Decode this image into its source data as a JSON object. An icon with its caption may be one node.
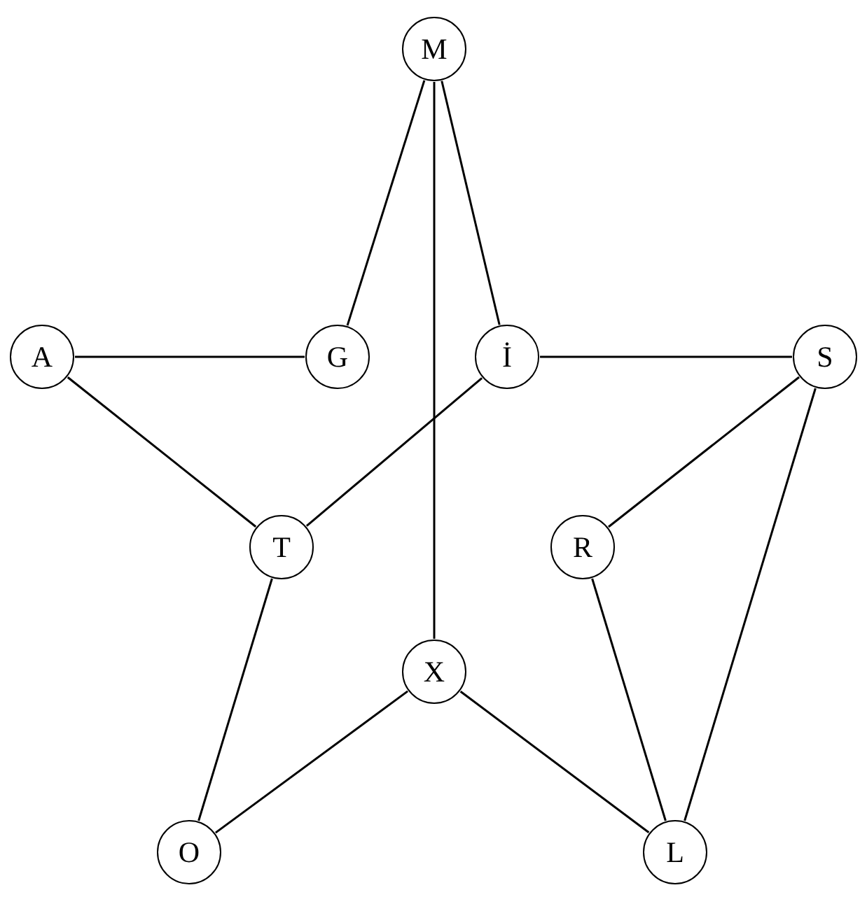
{
  "diagram": {
    "nodes": [
      {
        "text": [
          "M"
        ]
      },
      {
        "text": [
          "A"
        ]
      },
      {
        "text": [
          "G"
        ]
      },
      {
        "text": [
          "İ"
        ]
      },
      {
        "text": [
          "S"
        ]
      },
      {
        "text": [
          "T"
        ]
      },
      {
        "text": [
          "R"
        ]
      },
      {
        "text": [
          "X"
        ]
      },
      {
        "text": [
          "O"
        ]
      },
      {
        "text": [
          "L"
        ]
      }
    ],
    "edges": [
      {
        "from": 0,
        "to": 2,
        "arrow": "none"
      },
      {
        "from": 0,
        "to": 3,
        "arrow": "none"
      },
      {
        "from": 0,
        "to": 7,
        "arrow": "none"
      },
      {
        "from": 1,
        "to": 2,
        "arrow": "none"
      },
      {
        "from": 1,
        "to": 5,
        "arrow": "none"
      },
      {
        "from": 3,
        "to": 4,
        "arrow": "none"
      },
      {
        "from": 3,
        "to": 5,
        "arrow": "none"
      },
      {
        "from": 4,
        "to": 6,
        "arrow": "none"
      },
      {
        "from": 4,
        "to": 9,
        "arrow": "none"
      },
      {
        "from": 5,
        "to": 8,
        "arrow": "none"
      },
      {
        "from": 6,
        "to": 9,
        "arrow": "none"
      },
      {
        "from": 7,
        "to": 8,
        "arrow": "none"
      },
      {
        "from": 7,
        "to": 9,
        "arrow": "none"
      }
    ]
  }
}
